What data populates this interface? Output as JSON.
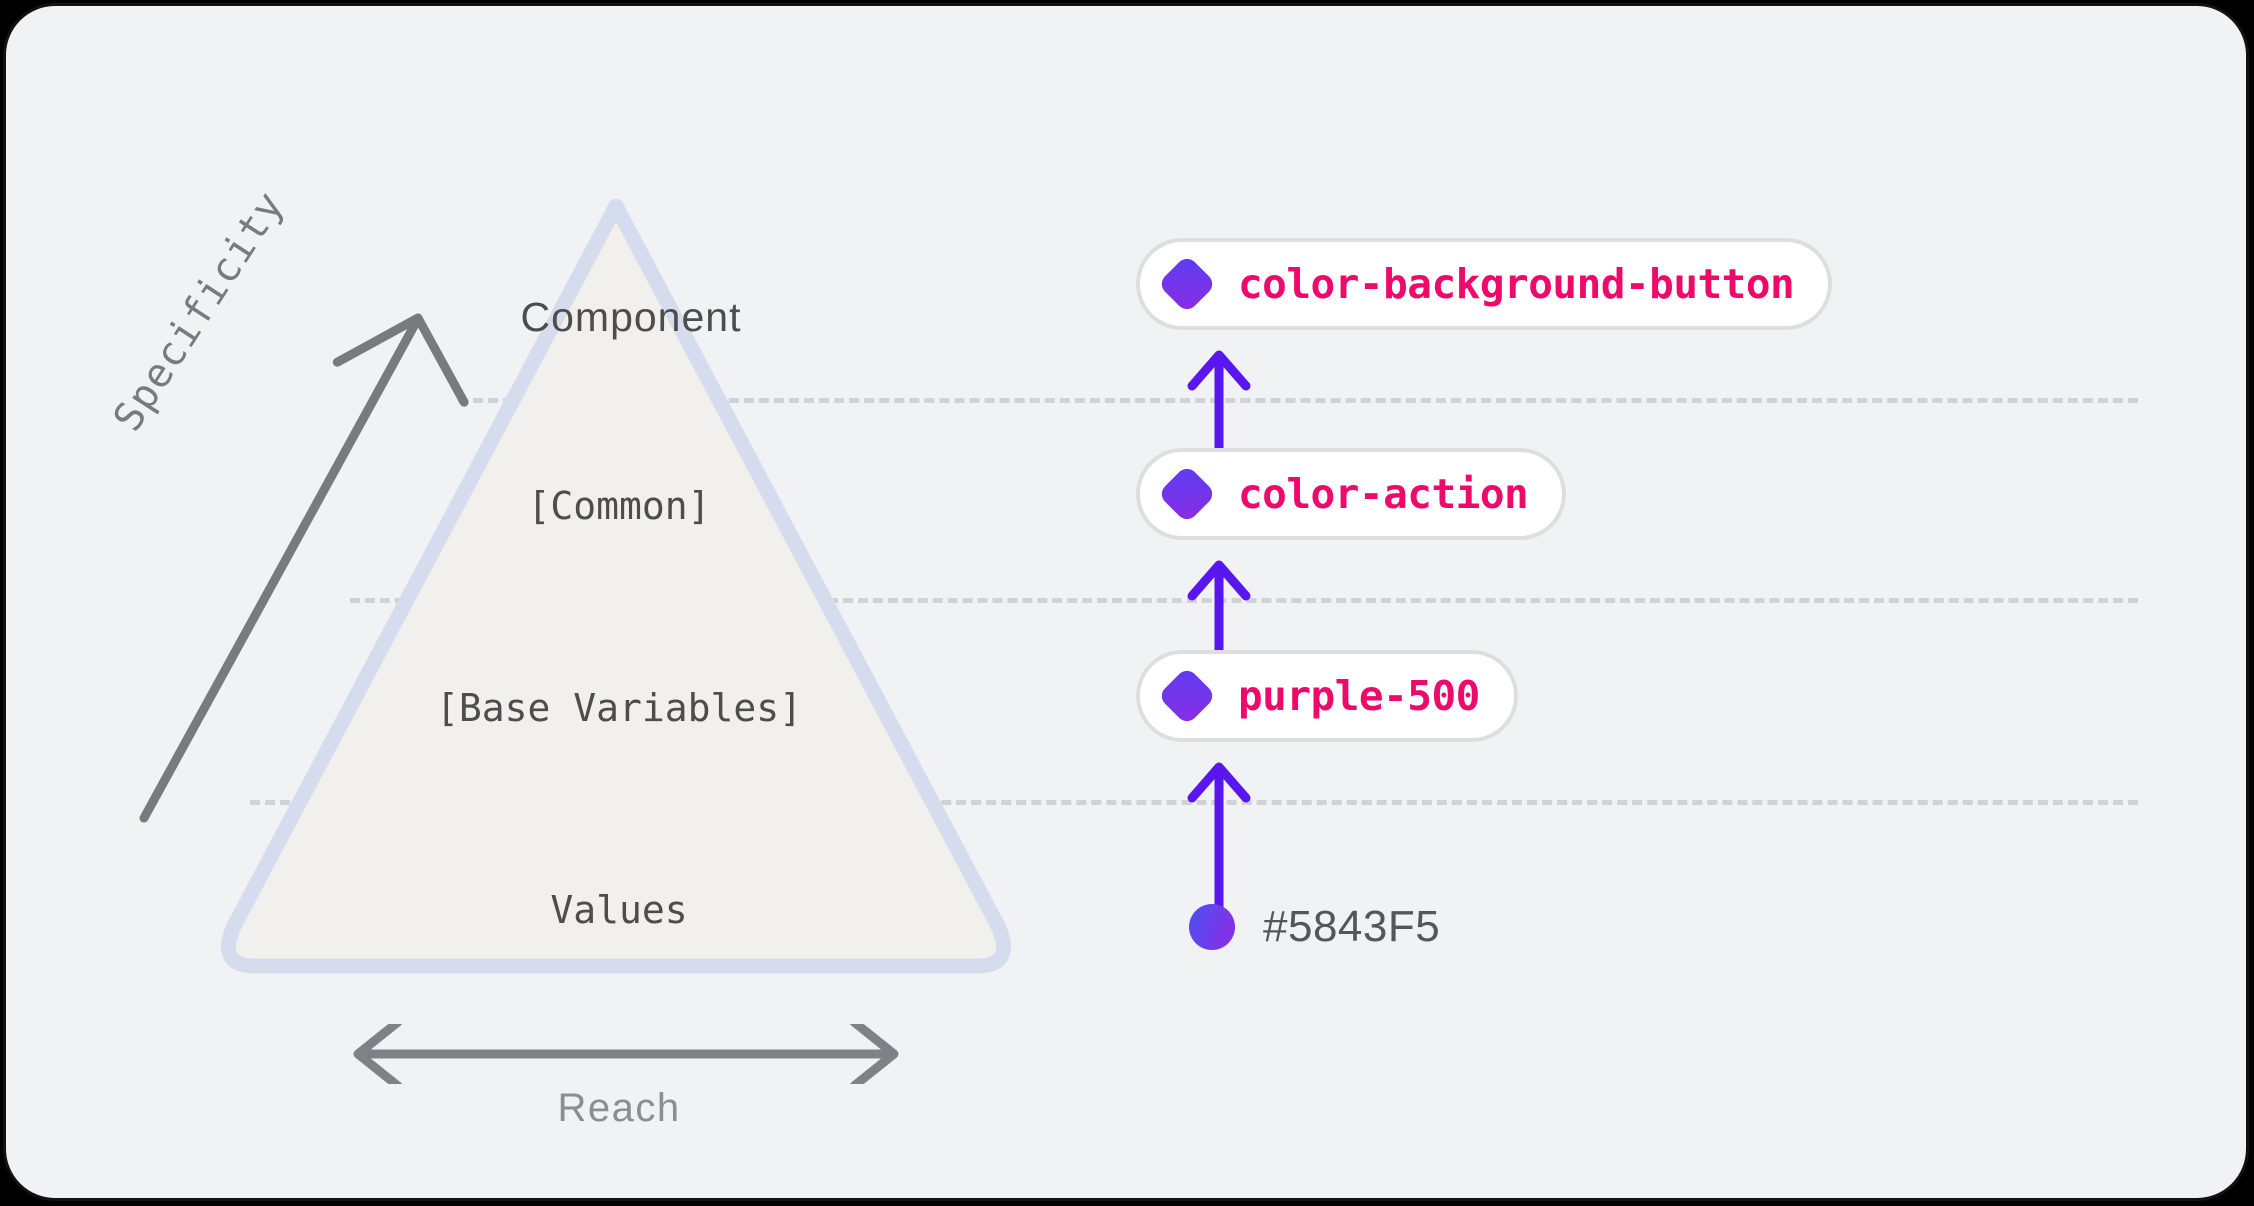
{
  "canvas": {
    "background_color": "#F0F2F4",
    "border_color": "#121212"
  },
  "pyramid": {
    "name": "design-token-specificity-pyramid",
    "fill_color": "#F2F0ED",
    "stroke_color": "#D5DCEE",
    "tiers": [
      {
        "id": "component",
        "label": "Component"
      },
      {
        "id": "common",
        "label": "[Common]"
      },
      {
        "id": "base-variables",
        "label": "[Base Variables]"
      },
      {
        "id": "values",
        "label": "Values"
      }
    ]
  },
  "axes": {
    "vertical": {
      "label": "Specificity",
      "color": "#777B80",
      "direction": "up-right"
    },
    "horizontal": {
      "label": "Reach",
      "color": "#8A8E93",
      "direction": "both"
    }
  },
  "tokens": {
    "accent_text_color": "#EE0A6B",
    "swatch_gradient_from": "#5B3DF3",
    "swatch_gradient_to": "#8B2DE2",
    "arrow_color": "#5A16F0",
    "items": [
      {
        "id": "component-token",
        "label": "color-background-button",
        "icon": "diamond-swatch-icon"
      },
      {
        "id": "common-token",
        "label": "color-action",
        "icon": "diamond-swatch-icon"
      },
      {
        "id": "base-variable-token",
        "label": "purple-500",
        "icon": "diamond-swatch-icon"
      }
    ]
  },
  "value": {
    "id": "raw-value",
    "label": "#5843F5",
    "icon": "circle-swatch-icon",
    "text_color": "#545759"
  },
  "dividers": {
    "color": "#CFD2D6",
    "style": "dashed",
    "count": 3
  }
}
